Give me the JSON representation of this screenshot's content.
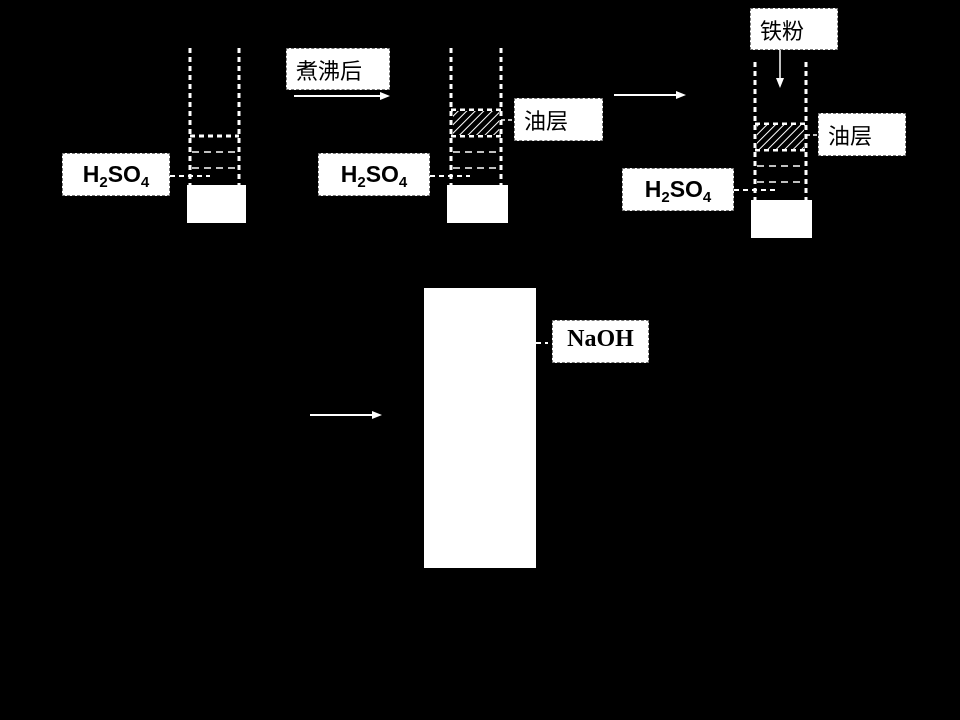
{
  "steps": {
    "boil_label": "煮沸后",
    "iron_label": "铁粉"
  },
  "reagents": {
    "h2so4_1": {
      "symbol": "H",
      "n1": "2",
      "mid": "SO",
      "n2": "4"
    },
    "h2so4_2": {
      "symbol": "H",
      "n1": "2",
      "mid": "SO",
      "n2": "4"
    },
    "h2so4_3": {
      "symbol": "H",
      "n1": "2",
      "mid": "SO",
      "n2": "4"
    },
    "oil_layer_1": "油层",
    "oil_layer_2": "油层",
    "naoh": "NaOH"
  }
}
